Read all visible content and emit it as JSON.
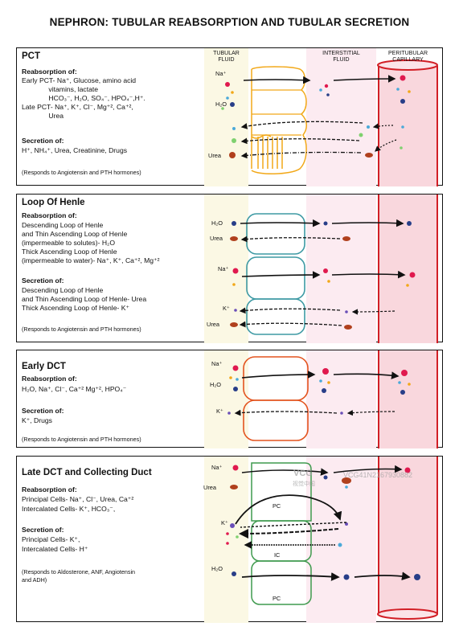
{
  "title": "NEPHRON: TUBULAR REABSORPTION AND TUBULAR SECRETION",
  "column_labels": {
    "tubular_fluid": "TUBULAR\nFLUID",
    "interstitial_fluid": "INTERSTITIAL\nFLUID",
    "peritubular_capillary": "PERITUBULAR\nCAPILLARY"
  },
  "panels": {
    "pct": {
      "title": "PCT",
      "reabsorption_heading": "Reabsorption of:",
      "reabsorption_lines": [
        "Early PCT- Na⁺, Glucose, amino acid",
        "              vitamins, lactate",
        "              HCO₃⁻, H₂O, SO₄⁻, HPO₄⁻,H⁺.",
        "Late PCT- Na⁺, K⁺, Cl⁻, Mg⁺², Ca⁺²,",
        "              Urea"
      ],
      "secretion_heading": "Secretion of:",
      "secretion_lines": [
        "H⁺, NH₄⁺, Urea, Creatinine, Drugs"
      ],
      "note": "(Responds to Angiotensin and PTH hormones)",
      "molecules": [
        "Na⁺",
        "H₂O",
        "Urea"
      ]
    },
    "loop": {
      "title": "Loop Of Henle",
      "reabsorption_heading": "Reabsorption of:",
      "reabsorption_lines": [
        "Descending Loop of Henle",
        "and Thin Ascending Loop of Henle",
        "(impermeable to solutes)- H₂O",
        "Thick Ascending Loop of Henle",
        "(impermeable to water)- Na⁺, K⁺, Ca⁺², Mg⁺²"
      ],
      "secretion_heading": "Secretion of:",
      "secretion_lines": [
        "Descending Loop of Henle",
        "and Thin Ascending Loop of Henle- Urea",
        "Thick Ascending Loop of Henle- K⁺"
      ],
      "note": "(Responds to Angiotensin and PTH hormones)",
      "molecules": [
        "H₂O",
        "Urea",
        "Na⁺",
        "K⁺",
        "Urea"
      ]
    },
    "early_dct": {
      "title": "Early DCT",
      "reabsorption_heading": "Reabsorption of:",
      "reabsorption_lines": [
        "H₂O, Na⁺, Cl⁻, Ca⁺² Mg⁺², HPO₄⁻"
      ],
      "secretion_heading": "Secretion of:",
      "secretion_lines": [
        "K⁺, Drugs"
      ],
      "note": "(Responds to Angiotensin and PTH hormones)",
      "molecules": [
        "Na⁺",
        "H₂O",
        "K⁺"
      ]
    },
    "late_dct": {
      "title": "Late DCT and Collecting Duct",
      "reabsorption_heading": "Reabsorption of:",
      "reabsorption_lines": [
        "Principal Cells- Na⁺, Cl⁻, Urea, Ca⁺²",
        "Intercalated Cells- K⁺, HCO₃⁻,"
      ],
      "secretion_heading": "Secretion of:",
      "secretion_lines": [
        "Principal Cells- K⁺,",
        "Intercalated Cells- H⁺"
      ],
      "note_lines": [
        "(Responds to Aldosterone, ANF, Angiotensin",
        "and ADH)"
      ],
      "molecules": [
        "Na⁺",
        "Urea",
        "K⁺",
        "H₂O"
      ],
      "cell_labels": [
        "PC",
        "IC",
        "PC"
      ]
    }
  },
  "watermark": {
    "logo_text": "VCG",
    "logo_sub": "视觉中国",
    "code": "VCG41N2167930882"
  },
  "colors": {
    "pct_cell": "#f2a818",
    "loop_cell": "#3e9aa4",
    "early_dct_cell": "#e3541f",
    "late_dct_cell": "#3f9a4e",
    "capillary_border": "#d21f26",
    "tubular_fluid_bg": "#fbf8e4",
    "interstitial_bg": "#fcebf1",
    "capillary_bg": "#f9d7dd",
    "na": "#e0194e",
    "water": "#283e88",
    "urea": "#b0401d"
  }
}
